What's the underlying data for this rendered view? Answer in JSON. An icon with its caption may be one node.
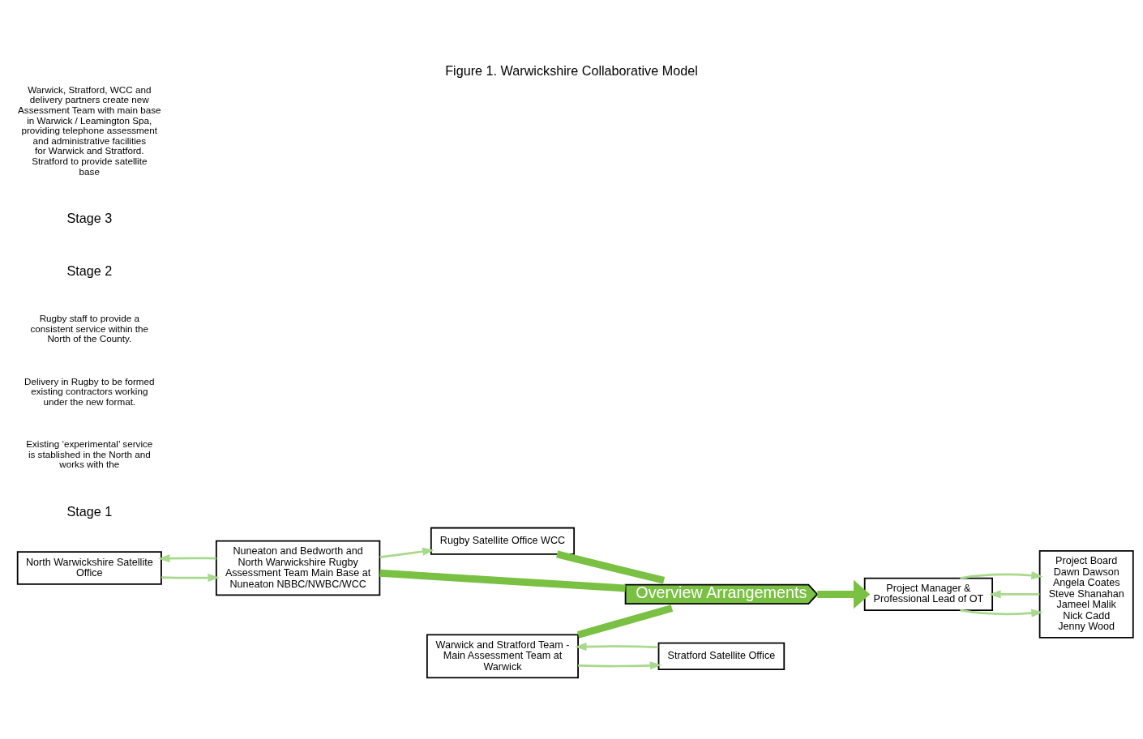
{
  "diagram": {
    "title": "Figure 1. Warwickshire Collaborative Model",
    "nodes": [
      {
        "text": [
          "North Warwickshire Satellite Office"
        ]
      },
      {
        "text": [
          "Nuneaton and Bedworth and North Warwickshire Rugby Assessment Team Main Base at Nuneaton NBBC/NWBC/WCC"
        ]
      },
      {
        "text": [
          "Rugby Satellite Office WCC"
        ]
      },
      {
        "text": [
          "Overview Arrangements"
        ]
      },
      {
        "text": [
          "Project Manager & Professional Lead of OT"
        ]
      },
      {
        "text": [
          "Warwick and Stratford Team - Main Assessment Team at Warwick"
        ]
      },
      {
        "text": [
          "Stratford Satellite Office"
        ]
      },
      {
        "text": [
          "Project Board",
          "Dawn Dawson",
          "Angela Coates",
          "Steve Shanahan",
          "Jameel Malik",
          "Nick Cadd",
          "Jenny Wood"
        ]
      }
    ],
    "edges": [
      {
        "from": 1,
        "to": 0,
        "arrow": "to"
      },
      {
        "from": 0,
        "to": 1,
        "arrow": "to"
      },
      {
        "from": 1,
        "to": 2,
        "arrow": "to"
      },
      {
        "from": 1,
        "to": 3,
        "arrow": "none",
        "style": "thick",
        "color": "#7ac143"
      },
      {
        "from": 2,
        "to": 3,
        "arrow": "none",
        "style": "thick",
        "color": "#7ac143"
      },
      {
        "from": 5,
        "to": 3,
        "arrow": "none",
        "style": "thick",
        "color": "#7ac143"
      },
      {
        "from": 3,
        "to": 4,
        "arrow": "to",
        "style": "thick",
        "color": "#7ac143"
      },
      {
        "from": 4,
        "to": 7,
        "arrow": "to"
      },
      {
        "from": 7,
        "to": 4,
        "arrow": "to"
      },
      {
        "from": 4,
        "to": 7,
        "arrow": "to"
      },
      {
        "from": 6,
        "to": 5,
        "arrow": "to"
      },
      {
        "from": 5,
        "to": 6,
        "arrow": "to"
      }
    ],
    "labels": [
      "Stage 1",
      "Existing ‘experimental’ service is stablished in the North and works with the",
      "Delivery in Rugby to be formed existing contractors working under the new format.",
      "Rugby staff to provide a consistent service within the North of the County.",
      "Stage 2",
      "Stage 3",
      "Warwick, Stratford, WCC and delivery partners create new Assessment Team with main base in Warwick / Leamington Spa, providing telephone assessment and administrative facilities for Warwick and Stratford. Stratford to provide satellite base"
    ]
  }
}
